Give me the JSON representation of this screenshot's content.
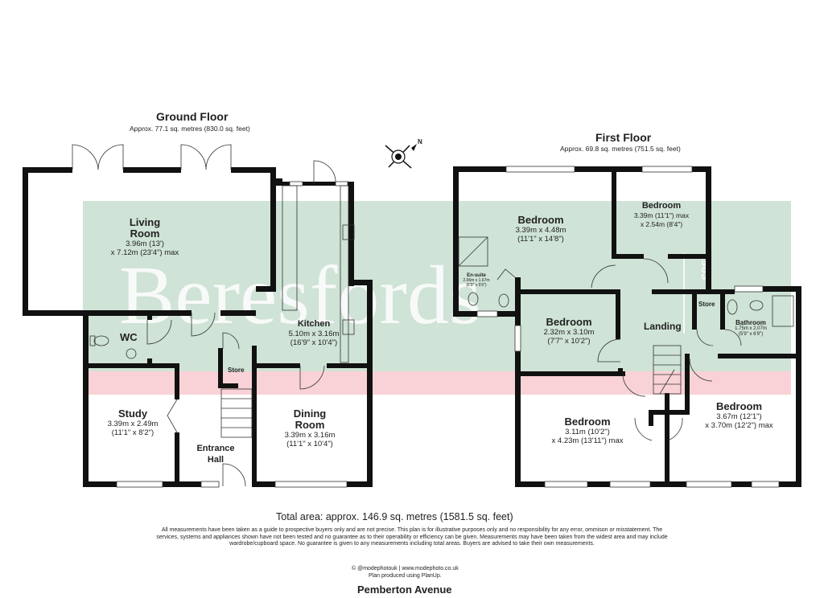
{
  "ground_floor": {
    "title": "Ground Floor",
    "area": "Approx. 77.1 sq. metres (830.0 sq. feet)",
    "rooms": {
      "living_room": {
        "name_line1": "Living",
        "name_line2": "Room",
        "dim_line1": "3.96m (13')",
        "dim_line2": "x 7.12m (23'4\") max"
      },
      "wc": {
        "name": "WC"
      },
      "kitchen": {
        "name": "Kitchen",
        "dim_line1": "5.10m x 3.16m",
        "dim_line2": "(16'9\" x 10'4\")"
      },
      "store": {
        "name": "Store"
      },
      "study": {
        "name": "Study",
        "dim_line1": "3.39m x 2.49m",
        "dim_line2": "(11'1\" x 8'2\")"
      },
      "entrance_hall": {
        "name_line1": "Entrance",
        "name_line2": "Hall"
      },
      "dining_room": {
        "name_line1": "Dining",
        "name_line2": "Room",
        "dim_line1": "3.39m x 3.16m",
        "dim_line2": "(11'1\" x 10'4\")"
      }
    }
  },
  "first_floor": {
    "title": "First Floor",
    "area": "Approx. 69.8 sq. metres (751.5 sq. feet)",
    "rooms": {
      "bedroom_main": {
        "name": "Bedroom",
        "dim_line1": "3.39m x 4.48m",
        "dim_line2": "(11'1\" x 14'8\")"
      },
      "bedroom_small": {
        "name": "Bedroom",
        "dim_line1": "3.39m (11'1\") max",
        "dim_line2": "x 2.54m (8'4\")"
      },
      "en_suite": {
        "name": "En-suite",
        "dim_line1": "2.06m x 1.67m",
        "dim_line2": "(6'9\" x 5'6\")"
      },
      "bedroom_mid": {
        "name": "Bedroom",
        "dim_line1": "2.32m x 3.10m",
        "dim_line2": "(7'7\" x 10'2\")"
      },
      "landing": {
        "name": "Landing"
      },
      "store": {
        "name": "Store"
      },
      "bathroom": {
        "name": "Bathroom",
        "dim_line1": "1.75m x 2.07m",
        "dim_line2": "(5'9\" x 6'9\")"
      },
      "bedroom_front_left": {
        "name": "Bedroom",
        "dim_line1": "3.11m (10'2\")",
        "dim_line2": "x 4.23m (13'11\") max"
      },
      "bedroom_front_right": {
        "name": "Bedroom",
        "dim_line1": "3.67m (12'1\")",
        "dim_line2": "x 3.70m (12'2\") max"
      }
    }
  },
  "watermark": {
    "text": "Beresfords",
    "side_text": "1983",
    "colors": {
      "green": "#cfe3d6",
      "pink": "#f8d2d6"
    }
  },
  "compass": {
    "label": "N",
    "icon": "compass-icon"
  },
  "footer": {
    "total_area": "Total area: approx. 146.9 sq. metres (1581.5 sq. feet)",
    "disclaimer": "All measurements have been taken as a guide to prospective buyers only and are not precise. This plan is for illustrative purposes only and no responsibility for any error, ommison or misstatement. The services, systems and appliances shown have not been tested and no guarantee as to their operability or efficiency can be given. Measurements may have been taken from the widest area and may include wardrobe/cupboard space. No guarantee is given to any measurements including total areas. Buyers are advised to take their own measurements.",
    "credit_line1": "© @modephotouk | www.modephoto.co.uk",
    "credit_line2": "Plan produced using PlanUp.",
    "address": "Pemberton Avenue"
  }
}
